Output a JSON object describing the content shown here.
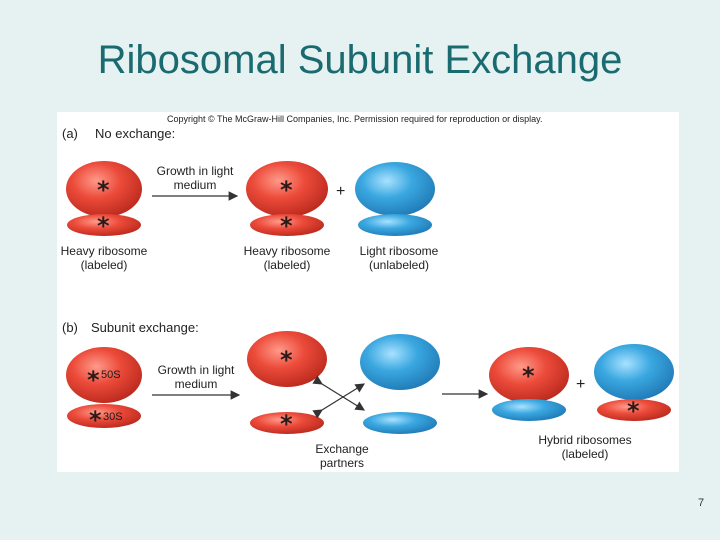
{
  "slide": {
    "title": "Ribosomal Subunit Exchange",
    "page_number": "7"
  },
  "figure": {
    "copyright": "Copyright © The McGraw-Hill Companies, Inc. Permission required for reproduction or display.",
    "panel_a": {
      "letter": "(a)",
      "heading": "No exchange:",
      "arrow_label_line1": "Growth in light",
      "arrow_label_line2": "medium",
      "left_caption_line1": "Heavy ribosome",
      "left_caption_line2": "(labeled)",
      "mid_caption_line1": "Heavy ribosome",
      "mid_caption_line2": "(labeled)",
      "right_caption_line1": "Light ribosome",
      "right_caption_line2": "(unlabeled)",
      "plus": "+"
    },
    "panel_b": {
      "letter": "(b)",
      "heading": "Subunit exchange:",
      "large_subunit": "50S",
      "small_subunit": "30S",
      "arrow_label_line1": "Growth in light",
      "arrow_label_line2": "medium",
      "exchange_line1": "Exchange",
      "exchange_line2": "partners",
      "hybrid_line1": "Hybrid ribosomes",
      "hybrid_line2": "(labeled)",
      "plus": "+"
    },
    "colors": {
      "heavy": "#e8483a",
      "light": "#3aa7e0"
    }
  }
}
